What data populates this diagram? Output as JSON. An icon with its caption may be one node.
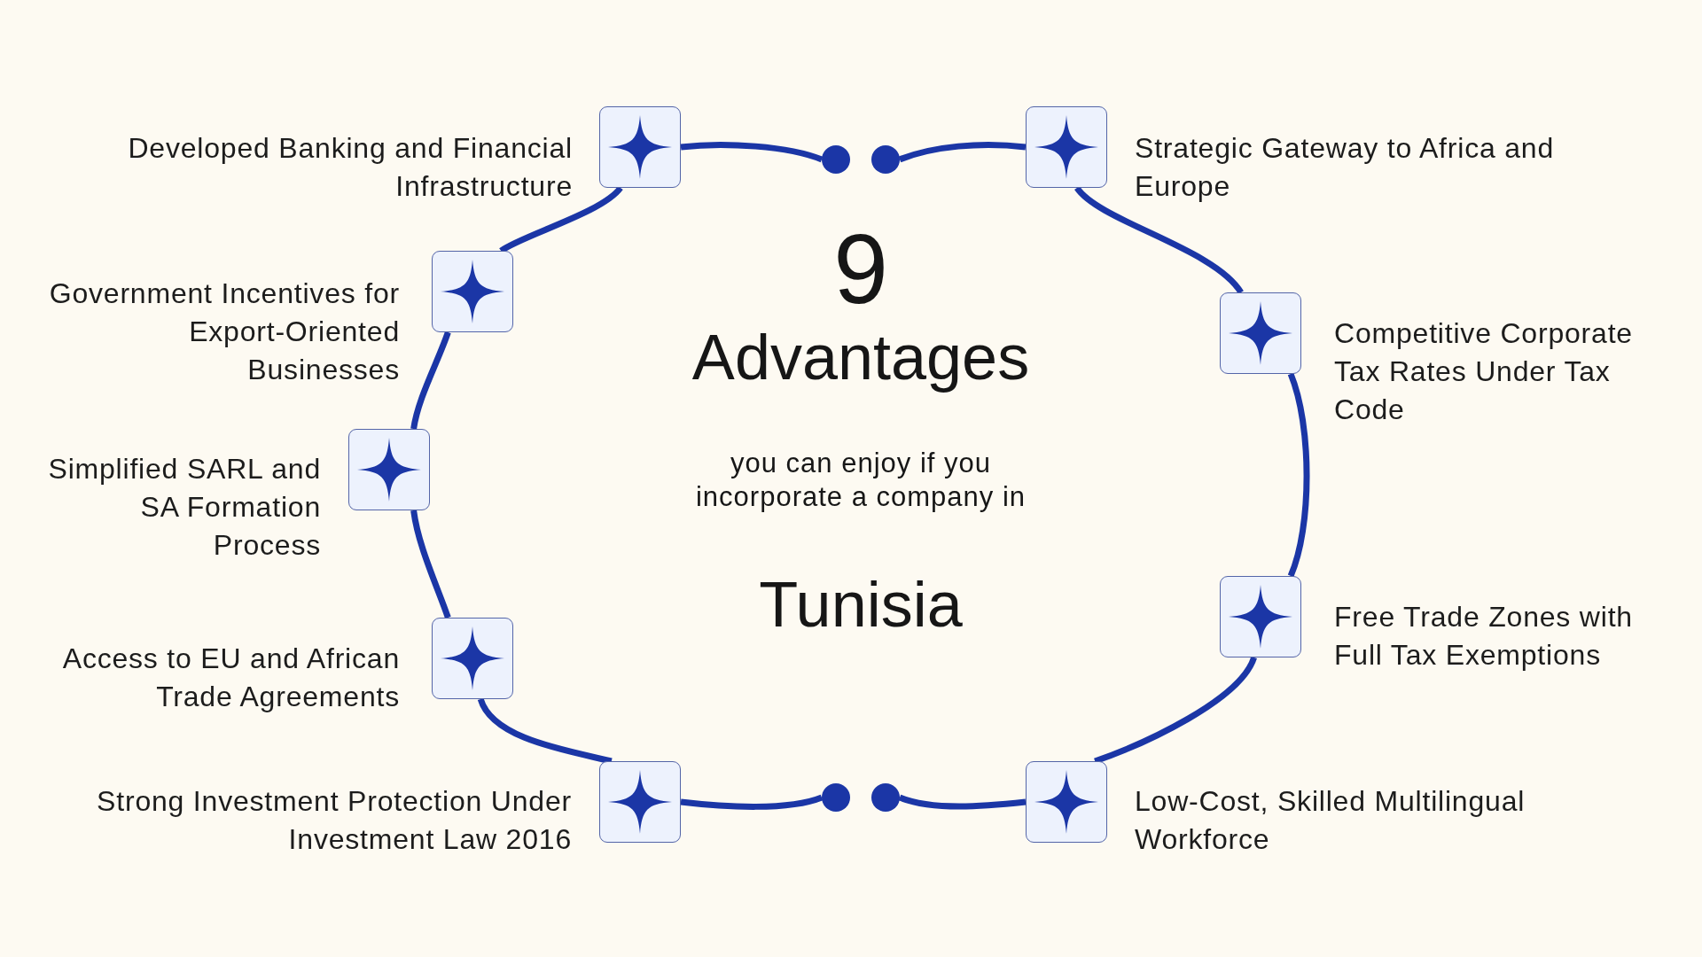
{
  "diagram": {
    "nodes": [
      {
        "text": [
          "Developed Banking and Financial Infrastructure"
        ]
      },
      {
        "text": [
          "Government Incentives for Export-Oriented Businesses"
        ]
      },
      {
        "text": [
          "Simplified SARL and SA Formation Process"
        ]
      },
      {
        "text": [
          "Access to EU and African Trade Agreements"
        ]
      },
      {
        "text": [
          "Strong Investment Protection Under Investment Law 2016"
        ]
      },
      {
        "text": [
          "Strategic Gateway to Africa and Europe"
        ]
      },
      {
        "text": [
          "Competitive Corporate Tax Rates Under Tax Code"
        ]
      },
      {
        "text": [
          "Free Trade Zones with Full Tax Exemptions"
        ]
      },
      {
        "text": [
          "Low-Cost, Skilled Multilingual Workforce"
        ]
      },
      {
        "text": [],
        "shape": "circle"
      },
      {
        "text": [],
        "shape": "circle"
      },
      {
        "text": [],
        "shape": "circle"
      },
      {
        "text": [],
        "shape": "circle"
      }
    ],
    "edges": [
      {
        "from": 9,
        "to": 0,
        "arrow": "none"
      },
      {
        "from": 0,
        "to": 1,
        "arrow": "none"
      },
      {
        "from": 1,
        "to": 2,
        "arrow": "none"
      },
      {
        "from": 2,
        "to": 3,
        "arrow": "none"
      },
      {
        "from": 3,
        "to": 4,
        "arrow": "none"
      },
      {
        "from": 4,
        "to": 11,
        "arrow": "none"
      },
      {
        "from": 10,
        "to": 5,
        "arrow": "none"
      },
      {
        "from": 5,
        "to": 6,
        "arrow": "none"
      },
      {
        "from": 6,
        "to": 7,
        "arrow": "none"
      },
      {
        "from": 7,
        "to": 8,
        "arrow": "none"
      },
      {
        "from": 8,
        "to": 12,
        "arrow": "none"
      }
    ],
    "labels": [
      "9",
      "Advantages",
      "you can enjoy if you incorporate a company in",
      "Tunisia"
    ]
  }
}
